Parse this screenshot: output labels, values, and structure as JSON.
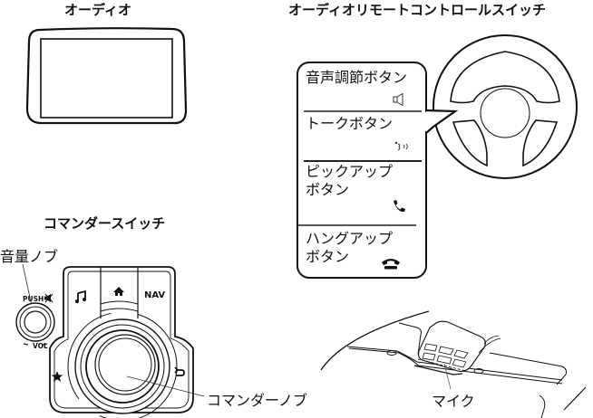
{
  "sections": {
    "audio": {
      "title": "オーディオ"
    },
    "remote": {
      "title": "オーディオリモートコントロールスイッチ"
    },
    "commander": {
      "title": "コマンダースイッチ"
    }
  },
  "remote_buttons": [
    {
      "label_line1": "音声調節ボタン",
      "label_line2": "",
      "icon": "speaker-icon",
      "glyph": "🕨"
    },
    {
      "label_line1": "トークボタン",
      "label_line2": "",
      "icon": "talk-icon",
      "glyph": ""
    },
    {
      "label_line1": "ピックアップ",
      "label_line2": "ボタン",
      "icon": "phone-pickup-icon",
      "glyph": ""
    },
    {
      "label_line1": "ハングアップ",
      "label_line2": "ボタン",
      "icon": "phone-hangup-icon",
      "glyph": ""
    }
  ],
  "commander": {
    "volume_knob_label": "音量ノブ",
    "push_text": "PUSH",
    "vol_text": "VOL",
    "nav_text": "NAV",
    "commander_knob_label": "コマンダーノブ",
    "buttons": [
      "music-icon",
      "home-icon",
      "NAV",
      "favorite-star-icon",
      "back-icon"
    ]
  },
  "microphone": {
    "label": "マイク"
  },
  "colors": {
    "line": "#111111",
    "divider": "#555555",
    "background": "#ffffff"
  }
}
